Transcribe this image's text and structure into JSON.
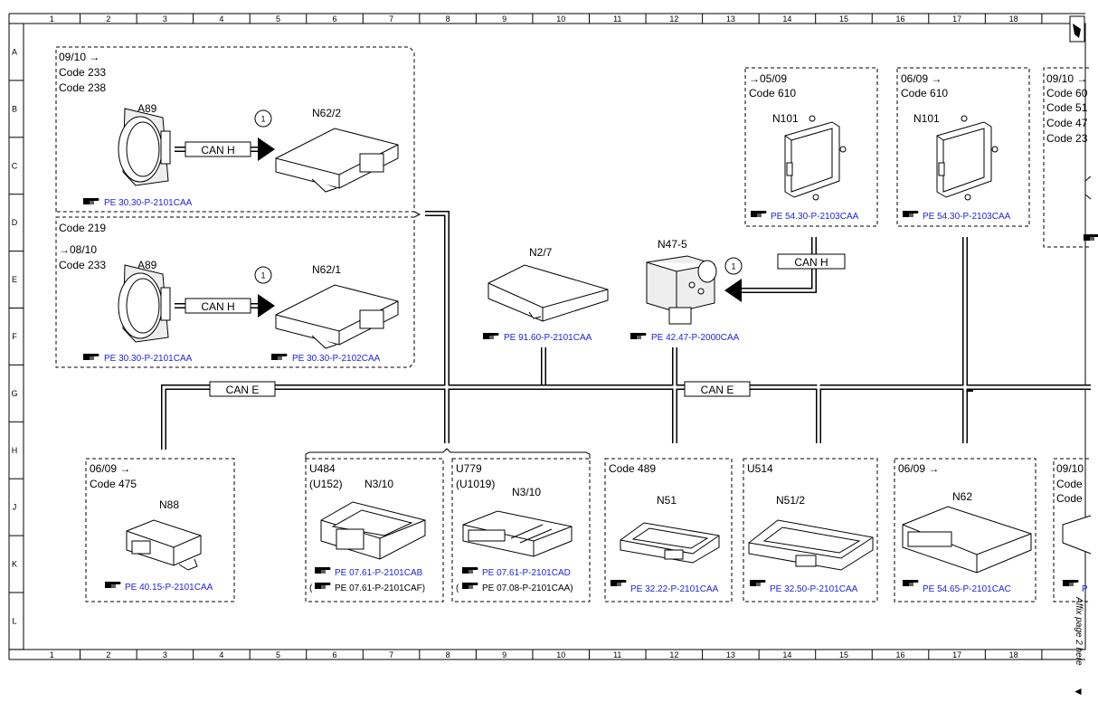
{
  "grid": {
    "columns": [
      "1",
      "2",
      "3",
      "4",
      "5",
      "6",
      "7",
      "8",
      "9",
      "10",
      "11",
      "12",
      "13",
      "14",
      "15",
      "16",
      "17",
      "18"
    ],
    "rows": [
      "A",
      "B",
      "C",
      "D",
      "E",
      "F",
      "G",
      "H",
      "J",
      "K",
      "L"
    ]
  },
  "buses": {
    "can_e_left": "CAN E",
    "can_e_right": "CAN E",
    "can_h_n62_2": "CAN H",
    "can_h_n62_1": "CAN H",
    "can_h_n101": "CAN H"
  },
  "markers": {
    "circle_1": "1"
  },
  "modules": {
    "n62_2_group": {
      "l1": "09/10  →",
      "l2": "Code 233",
      "l3": "Code 238",
      "a89": "A89",
      "name": "N62/2",
      "ref": "PE 30.30-P-2101CAA"
    },
    "n62_1_group": {
      "l1": "Code 219",
      "l2": "→08/10",
      "l3": "Code 233",
      "a89": "A89",
      "name": "N62/1",
      "ref1": "PE 30.30-P-2101CAA",
      "ref2": "PE 30.30-P-2102CAA"
    },
    "n2_7": {
      "name": "N2/7",
      "ref": "PE 91.60-P-2101CAA"
    },
    "n47_5": {
      "name": "N47-5",
      "ref": "PE 42.47-P-2000CAA"
    },
    "n101_a": {
      "l1": "→05/09",
      "l2": "Code 610",
      "name": "N101",
      "ref": "PE 54.30-P-2103CAA"
    },
    "n101_b": {
      "l1": "06/09  →",
      "l2": "Code 610",
      "name": "N101",
      "ref": "PE 54.30-P-2103CAA"
    },
    "cut_top_right": {
      "l1": "09/10  →",
      "l2": "Code 60",
      "l3": "Code 51",
      "l4": "Code 47",
      "l5": "Code 23"
    },
    "n88": {
      "l1": "06/09  →",
      "l2": "Code 475",
      "name": "N88",
      "ref": "PE 40.15-P-2101CAA"
    },
    "n3_10_a": {
      "l1": "U484",
      "l2": "(U152)",
      "name": "N3/10",
      "ref1": "PE 07.61-P-2101CAB",
      "ref2": "PE 07.61-P-2101CAF)"
    },
    "n3_10_b": {
      "l1": "U779",
      "l2": "(U1019)",
      "name": "N3/10",
      "ref1": "PE 07.61-P-2101CAD",
      "ref2": "PE 07.08-P-2101CAA)"
    },
    "n51": {
      "l1": "Code 489",
      "name": "N51",
      "ref": "PE 32.22-P-2101CAA"
    },
    "n51_2": {
      "l1": "U514",
      "name": "N51/2",
      "ref": "PE 32.50-P-2101CAA"
    },
    "n62": {
      "l1": "06/09  →",
      "name": "N62",
      "ref": "PE 54.65-P-2101CAC"
    },
    "cut_bottom_right": {
      "l1": "09/10",
      "l2": "Code",
      "l3": "Code",
      "ref": "P"
    }
  },
  "affix": {
    "text": "Affix page 2 here",
    "arrow": "◄"
  },
  "ref_icon": "pointing-hand-icon",
  "colors": {
    "link": "#2222dd",
    "line": "#000000"
  }
}
